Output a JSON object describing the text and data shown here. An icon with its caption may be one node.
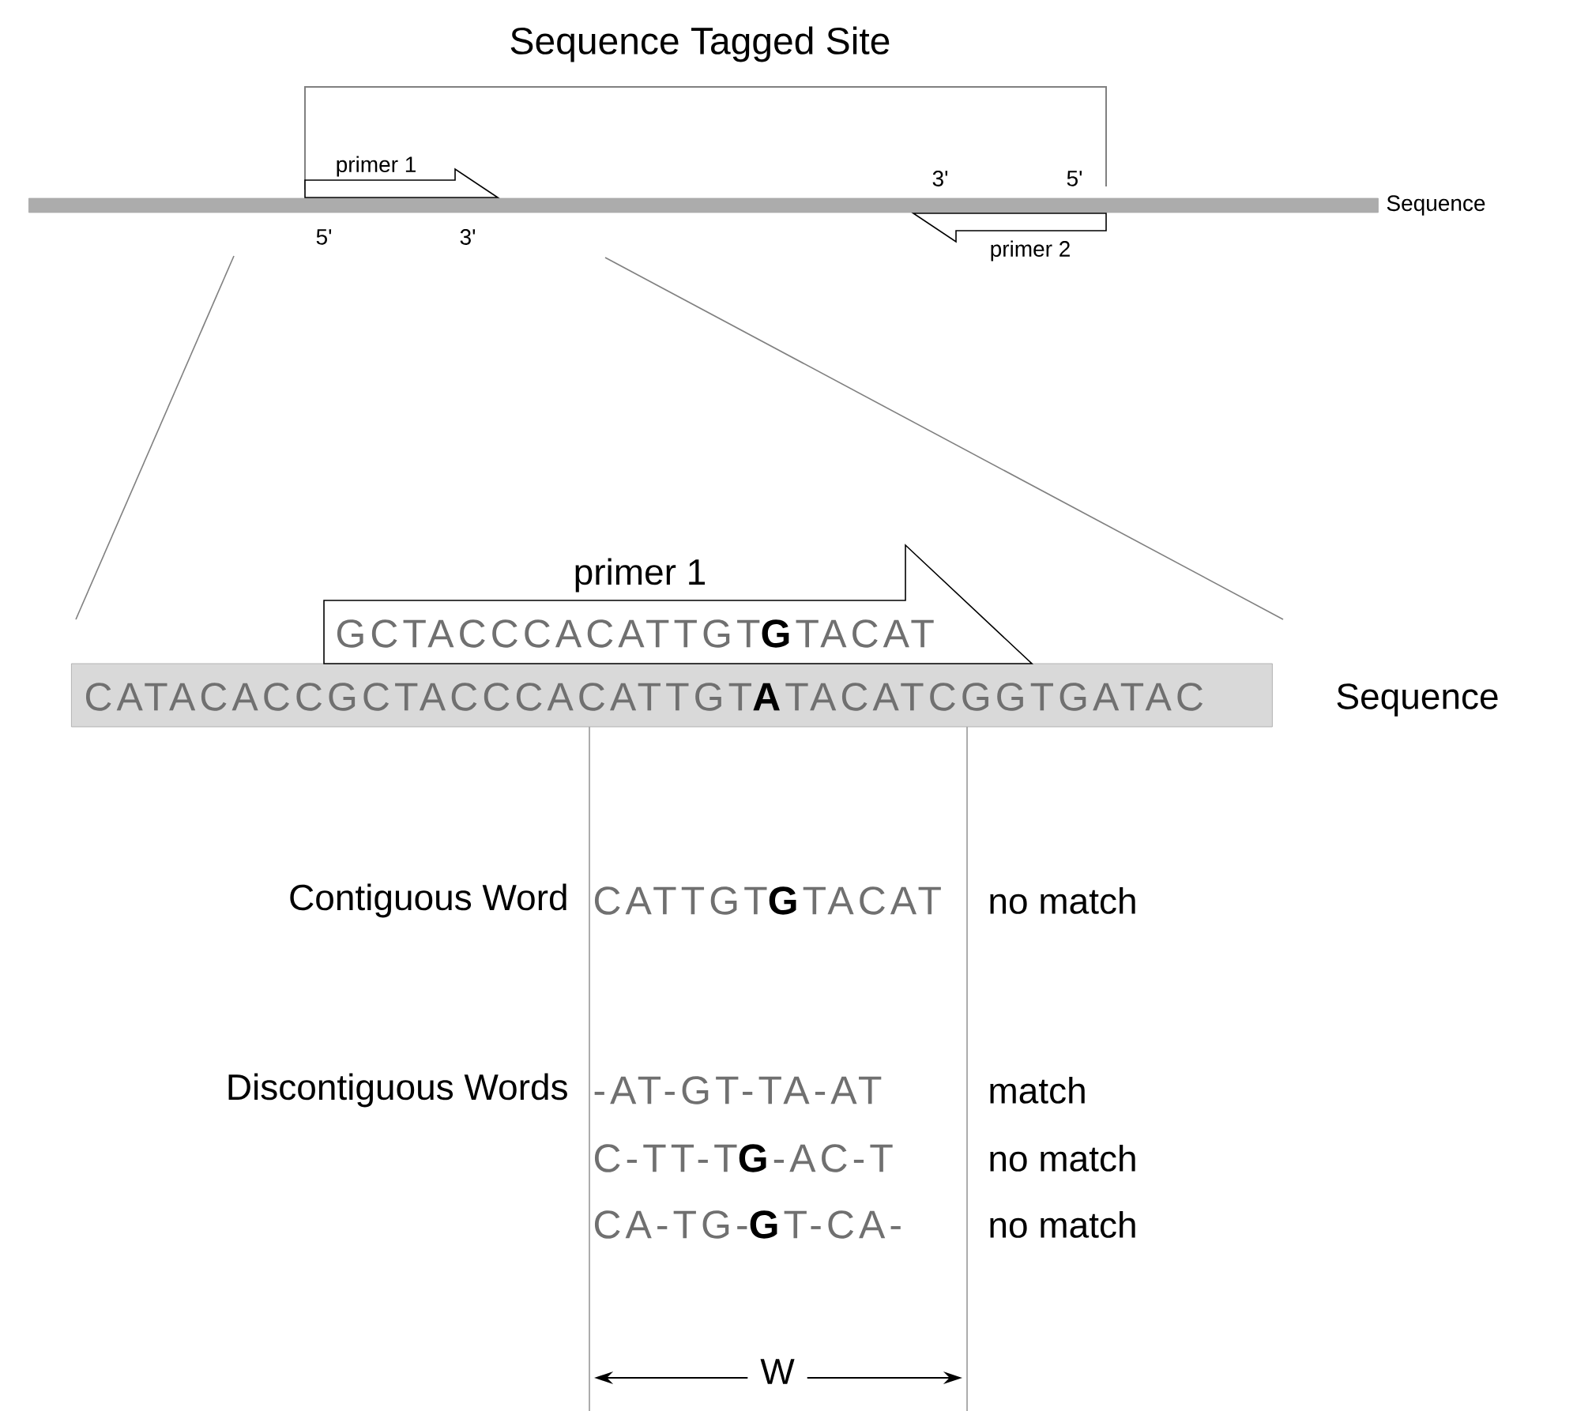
{
  "diagram": {
    "title": "Sequence Tagged Site",
    "nodes": [
      {
        "text": [],
        "shape": "bar",
        "beside": [
          "Sequence"
        ]
      },
      {
        "text": [
          "primer 1"
        ]
      },
      {
        "text": [
          "primer 2"
        ]
      },
      {
        "text": [
          "CATACACCGCTACCCACATTGT**A**TACATCGGTGATAC"
        ],
        "beside": [
          "Sequence"
        ]
      },
      {
        "text": [
          "primer 1",
          "GCTACCCACATTGT**G**TACAT"
        ]
      }
    ],
    "labels": [
      "5'",
      "3'",
      "3'",
      "5'",
      "Contiguous Word",
      "CATTGT**G**TACAT",
      "no match",
      "Discontiguous Words",
      "-AT-GT-TA-AT",
      "match",
      "C-TT-T**G**-AC-T",
      "no match",
      "CA-TG-**G**T-CA-",
      "no match",
      "W"
    ]
  }
}
